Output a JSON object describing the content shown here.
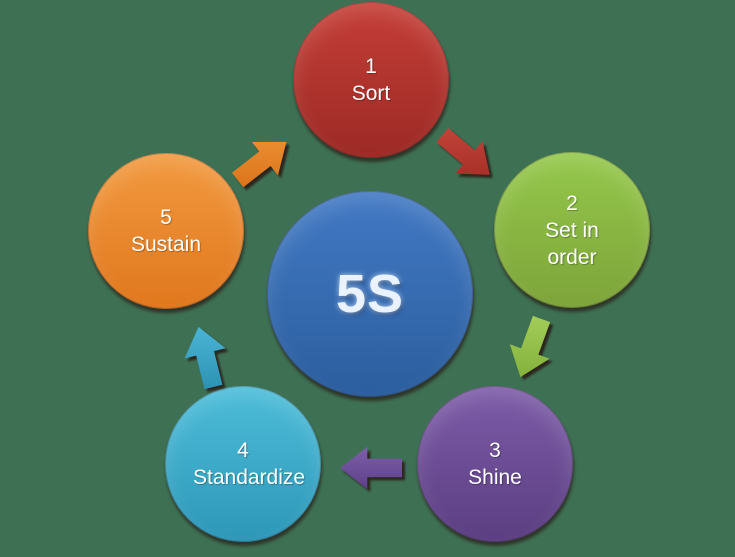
{
  "background_color": "#3e7154",
  "center": {
    "label": "5S",
    "color_top": "#4279c4",
    "color_bottom": "#2b5e9e",
    "text_color": "#e9f2fd"
  },
  "steps": [
    {
      "number": "1",
      "label": "Sort",
      "color_top": "#c53e37",
      "color_bottom": "#9c2a25",
      "arrow_color_top": "#c8473c",
      "arrow_color_bottom": "#9e2a23"
    },
    {
      "number": "2",
      "label": "Set in order",
      "color_top": "#95c84b",
      "color_bottom": "#7da43a",
      "arrow_color_top": "#a6cf5b",
      "arrow_color_bottom": "#7fae37"
    },
    {
      "number": "3",
      "label": "Shine",
      "color_top": "#7d5ca8",
      "color_bottom": "#5b3e82",
      "arrow_color_top": "#7e60ac",
      "arrow_color_bottom": "#5b3e86"
    },
    {
      "number": "4",
      "label": "Standardize",
      "color_top": "#4cbdd9",
      "color_bottom": "#2e97b8",
      "arrow_color_top": "#4db7d8",
      "arrow_color_bottom": "#2b90b2"
    },
    {
      "number": "5",
      "label": "Sustain",
      "color_top": "#f29a40",
      "color_bottom": "#e0771d",
      "arrow_color_top": "#f0953a",
      "arrow_color_bottom": "#d86f15"
    }
  ]
}
